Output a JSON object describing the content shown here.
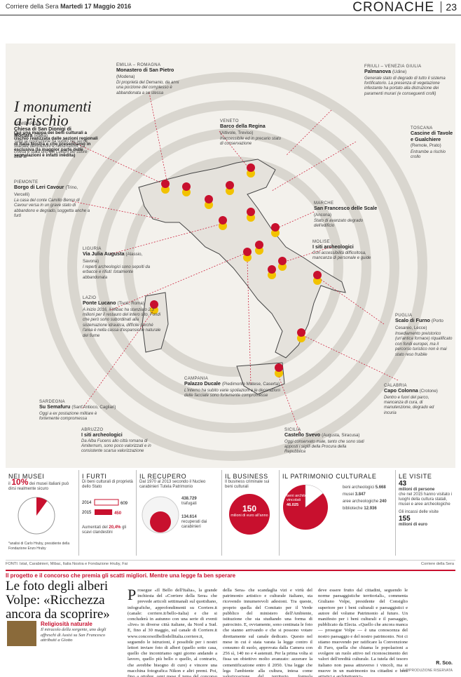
{
  "header": {
    "newspaper": "Corriere della Sera",
    "date": "Martedì 17 Maggio 2016",
    "section": "CRONACHE",
    "page_number": "23"
  },
  "infographic": {
    "title": "I monumenti a rischio",
    "intro": "Qui una mappa dei beni culturali a rischio realizzata dalle sezioni regionali di Italia Nostra e che presentiamo in esclusiva (la maggior parte delle segnalazioni è infatti inedita)",
    "sites": [
      {
        "region": "EMILIA – ROMAGNA",
        "name": "Monastero di San Pietro",
        "place": "(Modena)",
        "desc": "Di proprietà del Demanio, da anni una porzione del complesso è abbandonata a se stessa"
      },
      {
        "region": "VENETO",
        "name": "Barco della Regina",
        "place": "(Altivole, Treviso)",
        "desc": "Inaccessibile ed in precario stato di conservazione"
      },
      {
        "region": "FRIULI – VENEZIA GIULIA",
        "name": "Palmanova",
        "place": "(Udine)",
        "desc": "Generale stato di degrado di tutto il sistema fortificatorio. La presenza di vegetazione infestante ha portato alla distruzione dei paramenti murari (e conseguenti crolli)"
      },
      {
        "region": "LOMBARDIA",
        "name": "Chiesa di San Dionigi di Mortara",
        "place": "(Pavia)",
        "desc": "Tutto la costruzione ha subito nei secoli svariate demolizioni e ricostruzioni. La chiesa è stata uno dei Luoghi del cuore del Fai"
      },
      {
        "region": "TOSCANA",
        "name": "Cascine di Tavole e Gualchiere",
        "place": "(Remole, Prato)",
        "desc": "Entrambe a rischio crollo"
      },
      {
        "region": "PIEMONTE",
        "name": "Borgo di Leri Cavour",
        "place": "(Trino, Vercelli)",
        "desc": "La casa del conte Camillo Benso di Cavour versa in un grave stato di abbandono e degrado, soggetta anche a furti"
      },
      {
        "region": "MARCHE",
        "name": "San Francesco delle Scale",
        "place": "(Ancona)",
        "desc": "Stato di avanzato degrado dell'edificio"
      },
      {
        "region": "MOLISE",
        "name": "I siti archeologici",
        "place": "",
        "desc": "Con accessibilità difficoltosa, mancanza di personale e guide"
      },
      {
        "region": "LIGURIA",
        "name": "Via Julia Augusta",
        "place": "(Alassio, Savona)",
        "desc": "I reperti archeologici sono sepolti da erbacce e rifiuti: totalmente abbandonata"
      },
      {
        "region": "LAZIO",
        "name": "Ponte Lucano",
        "place": "(Tivoli, Roma)",
        "desc": "A inizio 2016, il Mibac ha stanziato 2,3 milioni per il restauro del intero sito. Fondi che però sono subordinati alla sistemazione idraulica, difficile perché l'area è nella cassa d'espansione naturale del fiume"
      },
      {
        "region": "PUGLIA",
        "name": "Scalo di Furno",
        "place": "(Porto Cesareo, Lecce)",
        "desc": "Insediamento preistorico (un'antica fornace) riqualificato con fondi europei, ma il percorso turistico non è mai stato reso fruibile"
      },
      {
        "region": "CAMPANIA",
        "name": "Palazzo Ducale",
        "place": "(Piedimonte Matese, Caserta)",
        "desc": "L'interno ha subito varie spoliazioni e le decorazioni delle facciate sono fortemente compromesse"
      },
      {
        "region": "CALABRIA",
        "name": "Capo Colonna",
        "place": "(Crotone)",
        "desc": "Dentro e fuori del parco, mancanza di cura, di manutenzione, degrado ed incuria"
      },
      {
        "region": "SARDEGNA",
        "name": "Su Semafuru",
        "place": "(Sant'Antioco, Cagliari)",
        "desc": "Oggi a ex postazione militare è fortemente compromessa"
      },
      {
        "region": "ABRUZZO",
        "name": "I siti archeologici",
        "place": "",
        "desc": "Da Alba Fucens allo città romana di Amiternum, sono poco valorizzati e in consistente scarsa valorizzazione"
      },
      {
        "region": "SICILIA",
        "name": "Castello Svevo",
        "place": "(Augusta, Siracusa)",
        "desc": "Oggi conservato male, tanto che sono stati apposti i sigilli della Procura della Repubblica"
      }
    ]
  },
  "stats": {
    "musei": {
      "title": "NEI MUSEI",
      "big": "10%",
      "text_a": "il",
      "text_b": "dei musei italiani può dirsi realmente sicuro",
      "pct": 10,
      "note": "*analisi di Carlo Hruby, presidente della Fondazione Enzo Hruby"
    },
    "furti": {
      "title": "I FURTI",
      "text": "Di beni culturali di proprietà dello Stato",
      "years": [
        "2014",
        "2015"
      ],
      "values": [
        609,
        450
      ],
      "value_labels": [
        "609",
        "450"
      ],
      "foot_a": "Aumentati del",
      "foot_pct": "20,4%",
      "foot_b": "gli scavi clandestini"
    },
    "recupero": {
      "title": "IL RECUPERO",
      "text": "Dal 1970 al 2013 secondo il Nucleo carabinieri Tutela Patrimonio",
      "a_value": "438.729",
      "a_label": "trafugati",
      "b_value": "134.614",
      "b_label": "recuperati dai carabinieri"
    },
    "business": {
      "title": "IL BUSINESS",
      "text": "Il business criminale sui beni culturali",
      "value": "150",
      "value_label": "milioni di euro all'anno"
    },
    "patrimonio": {
      "title": "IL PATRIMONIO CULTURALE",
      "center_label": "beni architettonici vincolati",
      "center_value": "46.025",
      "items": [
        {
          "label": "beni archeologici",
          "value": "5.668"
        },
        {
          "label": "musei",
          "value": "3.847"
        },
        {
          "label": "aree archeologiche",
          "value": "240"
        },
        {
          "label": "biblioteche",
          "value": "12.936"
        }
      ]
    },
    "visite": {
      "title": "LE VISITE",
      "a_value": "43",
      "a_unit": "milioni di persone",
      "a_text": "che nel 2015 hanno visitato i luoghi della cultura statali, musei e aree archeologiche",
      "b_text": "Gli incassi delle visite",
      "b_value": "155",
      "b_unit": "milioni di euro"
    }
  },
  "sources": {
    "left": "FONTI: Istat, Carabinieri, Mibac, Italia Nostra e Fondazione Hruby, Fai",
    "right": "Corriere della Sera"
  },
  "article": {
    "kicker": "Il progetto e il concorso che premia gli scatti migliori. Mentre una legge fa ben sperare",
    "headline": "Le foto degli alberi Volpe: «Ricchezza ancora da scoprire»",
    "side_title": "Religiosità naturale",
    "side_text": "Il miracolo della sorgente, uno degli affreschi di Assisi su San Francesco attribuiti a Giotto",
    "drop": "P",
    "col1": "rosegue «Il Bello dell'Italia», la grande inchiesta del «Corriere della Sera» che prevede articoli settimanali sul quotidiano, infografiche, approfondimenti su Corriere.it (canale: corriere.it/bello-italia) e che si concluderà in autunno con una serie di eventi «live» in diverse città italiane, da Nord a Sud. E, fino al 30 maggio, sul canale di Corriere.it www.concorsoilbellodellitalia.corriere.it, seguendo le istruzioni, è possibile per i nostri lettori inviare foto di alberi (quello sotto casa, quello che incontriamo ogni giorno andando a lavoro, quello più bello o quello, al contrario, che avrebbe bisogno di cure) e vincere una macchina fotografica Nikon e altri premi. Poi, fino a ottobre, ogni mese il tema del concorso sarà diverso. Intanto però questa iniziativa, legata al progetto del «Corriere",
    "col2": "della Sera» che scandaglia vizi e virtù del patrimonio artistico e culturale italiano, sta ricevendo innumerevoli adesioni. Tra queste, proprio quella del Comitato per il Verde pubblico del ministero dell'Ambiente, istituzione che sta studiando una forma di patrocinio. E, ovviamente, sono centinaia le foto che stanno arrivando e che si possono votare direttamente sul canale dedicato. Questo nel mese in cui è stata varata la legge contro il consumo di suolo, approvata dalla Camera con 256 sì, 140 no e 4 astenuti. Per la prima volta si fissa un obiettivo molto avanzato: azzerare la cementificazione entro il 2050. Una legge che lega l'ambiente alla cultura, intesa come valorizzazione del territorio, formula quest'ultima che «è la chiave giusta per una rivoluzione copernicana del patrimonio: che",
    "col3": "deve essere frutto dal cittadini, seguendo le norme paesaggistiche territoriali», commenta Giuliano Volpe, presidente del Consiglio superiore per i beni culturali e paesaggistici e autore del volume Patrimonio al futuro. Un manifesto per i beni culturali e il paesaggio, pubblicato da Electa. «Quello che ancora manca — prosegue Volpe — è una conoscenza del nostro paesaggio e del nostro patrimonio. Noi ci stiamo muovendo per ratificare la Convenzione di Faro, quella che chiama le popolazioni a svolgere un ruolo attivo nel riconoscimento dei valori dell'eredità culturale. La tutela del tesoro italiano non passa attraverso i vincoli, ma si muove in un matrimonio tra cittadini e beni artistici e architettonici».",
    "signature": "R. Sco.",
    "copyright": "© RIPRODUZIONE RISERVATA"
  }
}
